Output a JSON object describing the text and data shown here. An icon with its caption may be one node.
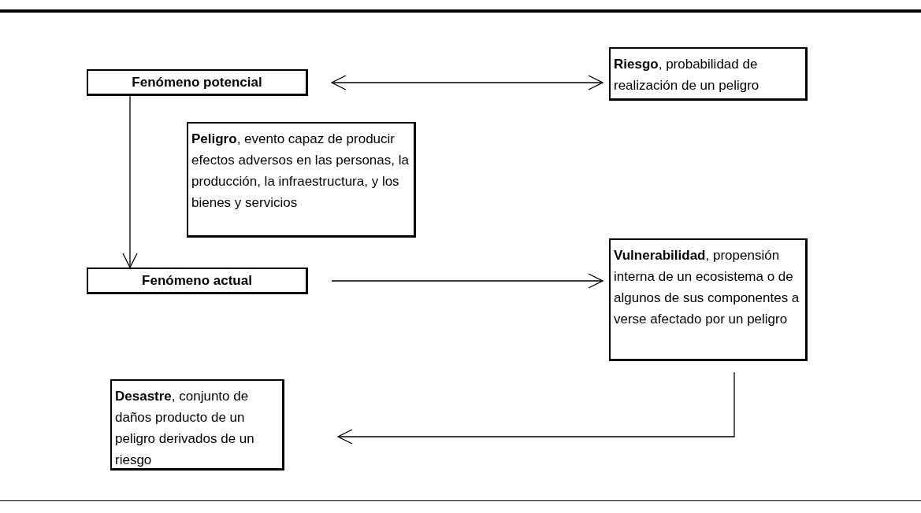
{
  "diagram": {
    "nodes": [
      {
        "text": [
          "Fenómeno potencial"
        ]
      },
      {
        "text": [
          "**Riesgo**, probabilidad de realización de un peligro"
        ]
      },
      {
        "text": [
          "**Peligro**, evento capaz de producir efectos adversos en las personas, la producción, la infraestructura, y los bienes y servicios"
        ]
      },
      {
        "text": [
          "Fenómeno actual"
        ]
      },
      {
        "text": [
          "**Vulnerabilidad**, propensión interna de un ecosistema o de algunos de sus componentes a verse afectado por un peligro"
        ]
      },
      {
        "text": [
          "**Desastre**, conjunto de daños producto de un peligro derivados de un riesgo"
        ]
      }
    ],
    "edges": [
      {
        "from": 0,
        "to": 1,
        "arrow": "both"
      },
      {
        "from": 0,
        "to": 3,
        "arrow": "to"
      },
      {
        "from": 3,
        "to": 4,
        "arrow": "to"
      },
      {
        "from": 4,
        "to": 5,
        "arrow": "to"
      }
    ]
  }
}
